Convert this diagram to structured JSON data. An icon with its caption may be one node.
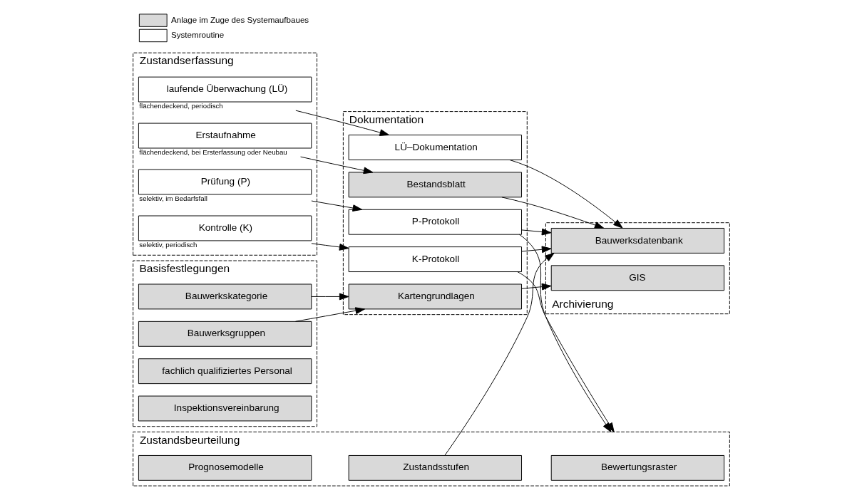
{
  "diagram": {
    "nodes": [
      {
        "text": [
          "Basisfestlegungen"
        ]
      },
      {
        "text": [
          "Bauwerkskategorie"
        ],
        "in": 0
      },
      {
        "text": [
          "Bauwerksgruppen"
        ],
        "in": 0
      },
      {
        "text": [
          "fachlich qualifiziertes Personal"
        ],
        "in": 0
      },
      {
        "text": [
          "Inspektionsvereinbarung"
        ],
        "in": 0
      },
      {
        "text": [
          "Dokumentation"
        ]
      },
      {
        "text": [
          "Kartengrundlagen"
        ],
        "in": 5
      },
      {
        "text": [
          "Archivierung"
        ]
      },
      {
        "text": [
          "GIS"
        ],
        "in": 7
      },
      {
        "text": [
          "Bauwerksdatenbank"
        ],
        "in": 7
      },
      {
        "text": [
          "Zustandserfassung"
        ]
      },
      {
        "text": [
          "Erstaufnahme"
        ],
        "in": 10,
        "beside": [
          "flächendeckend, bei Ersterfassung oder Neubau"
        ]
      },
      {
        "text": [
          "laufende Überwachung (LÜ)"
        ],
        "in": 10,
        "beside": [
          "flächendeckend, periodisch"
        ]
      },
      {
        "text": [
          "Kontrolle (K)"
        ],
        "in": 10,
        "beside": [
          "selektiv, periodisch"
        ]
      },
      {
        "text": [
          "Prüfung (P)"
        ],
        "in": 10,
        "beside": [
          "selektiv, im Bedarfsfall"
        ]
      },
      {
        "text": [
          "Bestandsblatt"
        ],
        "in": 5
      },
      {
        "text": [
          "LÜ–Dokumentation"
        ],
        "in": 5
      },
      {
        "text": [
          "K-Protokoll"
        ],
        "in": 5
      },
      {
        "text": [
          "P-Protokoll"
        ],
        "in": 5
      },
      {
        "text": [
          "Zustandsbeurteilung"
        ]
      },
      {
        "text": [
          "Zustandsstufen"
        ],
        "in": 19
      },
      {
        "text": [
          "Bewertungsraster"
        ],
        "in": 19
      },
      {
        "text": [
          "Prognosemodelle"
        ],
        "in": 19
      }
    ],
    "edges": [
      {
        "from": 1,
        "to": 6,
        "arrow": "to"
      },
      {
        "from": 2,
        "to": 6,
        "arrow": "to"
      },
      {
        "from": 6,
        "to": 8,
        "arrow": "to"
      },
      {
        "from": 11,
        "to": 15,
        "arrow": "to"
      },
      {
        "from": 12,
        "to": 16,
        "arrow": "to"
      },
      {
        "from": 13,
        "to": 17,
        "arrow": "to"
      },
      {
        "from": 14,
        "to": 18,
        "arrow": "to"
      },
      {
        "from": 15,
        "to": 9,
        "arrow": "to"
      },
      {
        "from": 16,
        "to": 9,
        "arrow": "to"
      },
      {
        "from": 17,
        "to": 9,
        "arrow": "to"
      },
      {
        "from": 18,
        "to": 9,
        "arrow": "to"
      },
      {
        "from": 20,
        "to": 9,
        "arrow": "to"
      },
      {
        "from": 17,
        "to": 19,
        "arrow": "to"
      },
      {
        "from": 18,
        "to": 19,
        "arrow": "to"
      }
    ],
    "legend": [
      {
        "text": "Anlage im Zuge des Systemaufbaues",
        "color": "#d9d9d9"
      },
      {
        "text": "Systemroutine",
        "color": "#ffffff"
      }
    ]
  }
}
